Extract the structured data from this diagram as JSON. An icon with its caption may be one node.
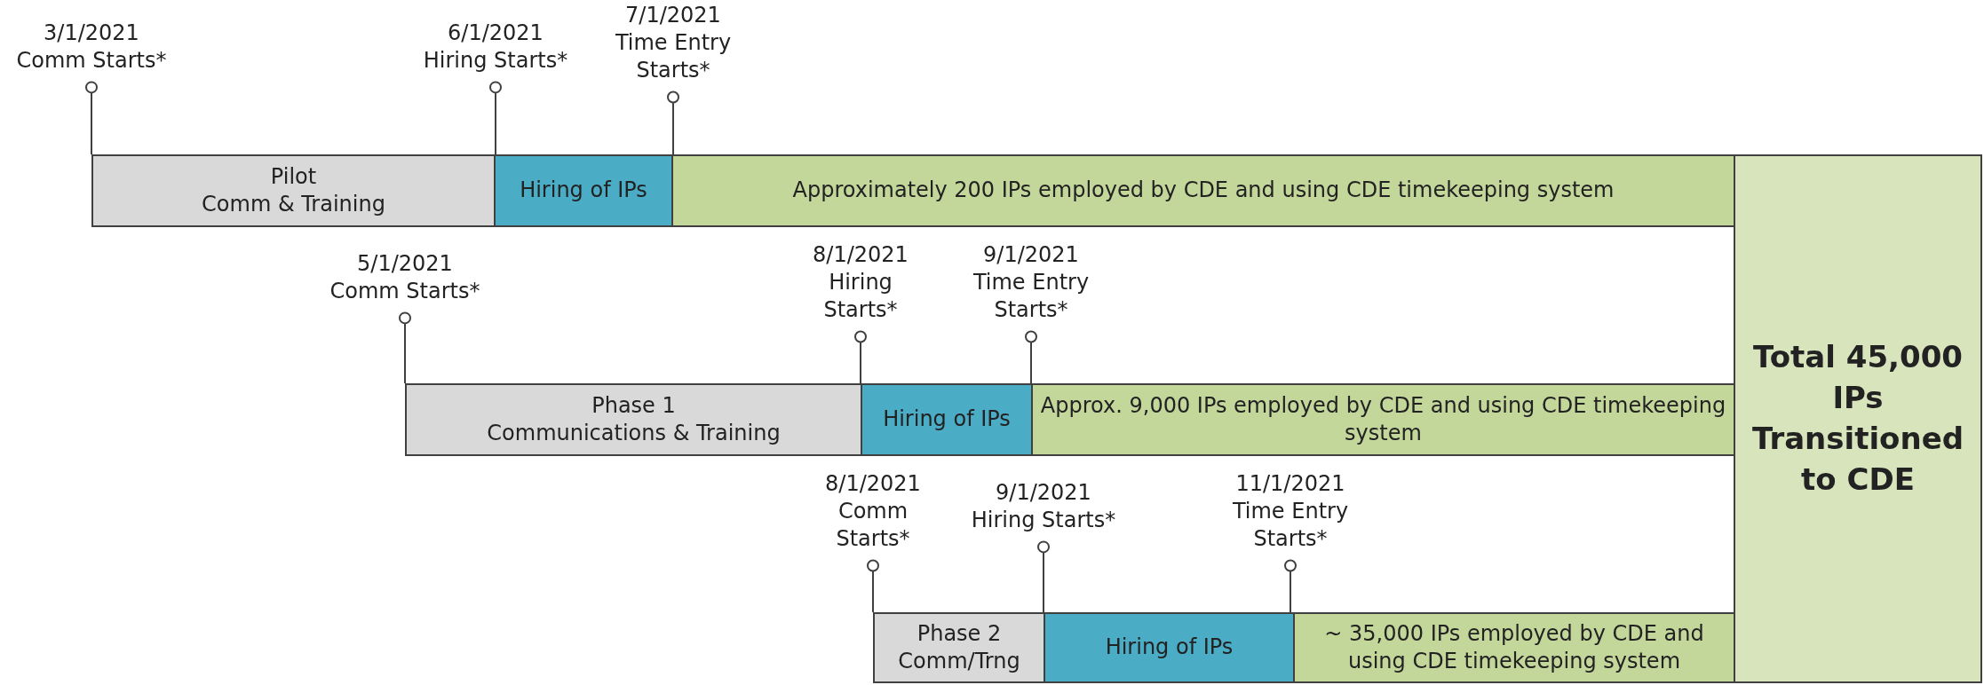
{
  "diagram": {
    "nodes": [
      {
        "text": [
          "3/1/2021",
          "Comm Starts*"
        ]
      },
      {
        "text": [
          "6/1/2021",
          "Hiring Starts*"
        ]
      },
      {
        "text": [
          "7/1/2021",
          "Time Entry Starts*"
        ]
      },
      {
        "text": [
          "Pilot",
          "Comm & Training"
        ]
      },
      {
        "text": [
          "Hiring of IPs"
        ]
      },
      {
        "text": [
          "Approximately 200 IPs employed by CDE and using CDE timekeeping system"
        ]
      },
      {
        "text": [
          "Total 45,000 IPs Transitioned to CDE"
        ]
      },
      {
        "text": [
          "5/1/2021",
          "Comm Starts*"
        ]
      },
      {
        "text": [
          "8/1/2021",
          "Hiring Starts*"
        ]
      },
      {
        "text": [
          "9/1/2021",
          "Time Entry Starts*"
        ]
      },
      {
        "text": [
          "Phase 1",
          "Communications & Training"
        ]
      },
      {
        "text": [
          "Hiring of IPs"
        ]
      },
      {
        "text": [
          "Approx. 9,000 IPs employed by CDE and using CDE timekeeping system"
        ]
      },
      {
        "text": [
          "8/1/2021",
          "Comm Starts*"
        ]
      },
      {
        "text": [
          "9/1/2021",
          "Hiring Starts*"
        ]
      },
      {
        "text": [
          "11/1/2021",
          "Time Entry Starts*"
        ]
      },
      {
        "text": [
          "Phase 2",
          "Comm/Trng"
        ]
      },
      {
        "text": [
          "Hiring of IPs"
        ]
      },
      {
        "text": [
          "~ 35,000 IPs employed by CDE and using CDE timekeeping system"
        ]
      }
    ],
    "edges": [
      {
        "from": 0,
        "to": 3,
        "arrow": "other"
      },
      {
        "from": 1,
        "to": 4,
        "arrow": "other"
      },
      {
        "from": 2,
        "to": 5,
        "arrow": "other"
      },
      {
        "from": 7,
        "to": 10,
        "arrow": "other"
      },
      {
        "from": 8,
        "to": 11,
        "arrow": "other"
      },
      {
        "from": 9,
        "to": 12,
        "arrow": "other"
      },
      {
        "from": 13,
        "to": 16,
        "arrow": "other"
      },
      {
        "from": 14,
        "to": 17,
        "arrow": "other"
      },
      {
        "from": 15,
        "to": 18,
        "arrow": "other"
      }
    ]
  }
}
